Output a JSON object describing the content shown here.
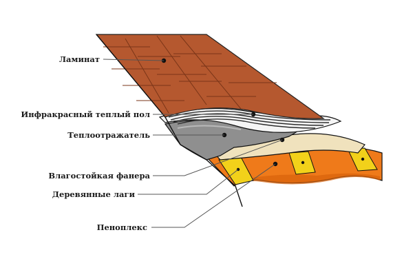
{
  "diagram": {
    "labels": [
      {
        "key": "laminate",
        "text": "Ламинат"
      },
      {
        "key": "infrared-floor",
        "text": "Инфракрасный теплый пол"
      },
      {
        "key": "heat-reflector",
        "text": "Теплоотражатель"
      },
      {
        "key": "plywood",
        "text": "Влагостойкая фанера"
      },
      {
        "key": "joists",
        "text": "Деревянные лаги"
      },
      {
        "key": "penoplex",
        "text": "Пеноплекс"
      }
    ],
    "colors": {
      "laminate": "#b5582f",
      "laminate_seams": "#7a3518",
      "film_stripes": "#2a2a2a",
      "reflector": "#8f8f8f",
      "plywood": "#f0e2bd",
      "joist": "#f2d11a",
      "penoplex": "#ef7a1a",
      "leader": "#555555"
    }
  }
}
